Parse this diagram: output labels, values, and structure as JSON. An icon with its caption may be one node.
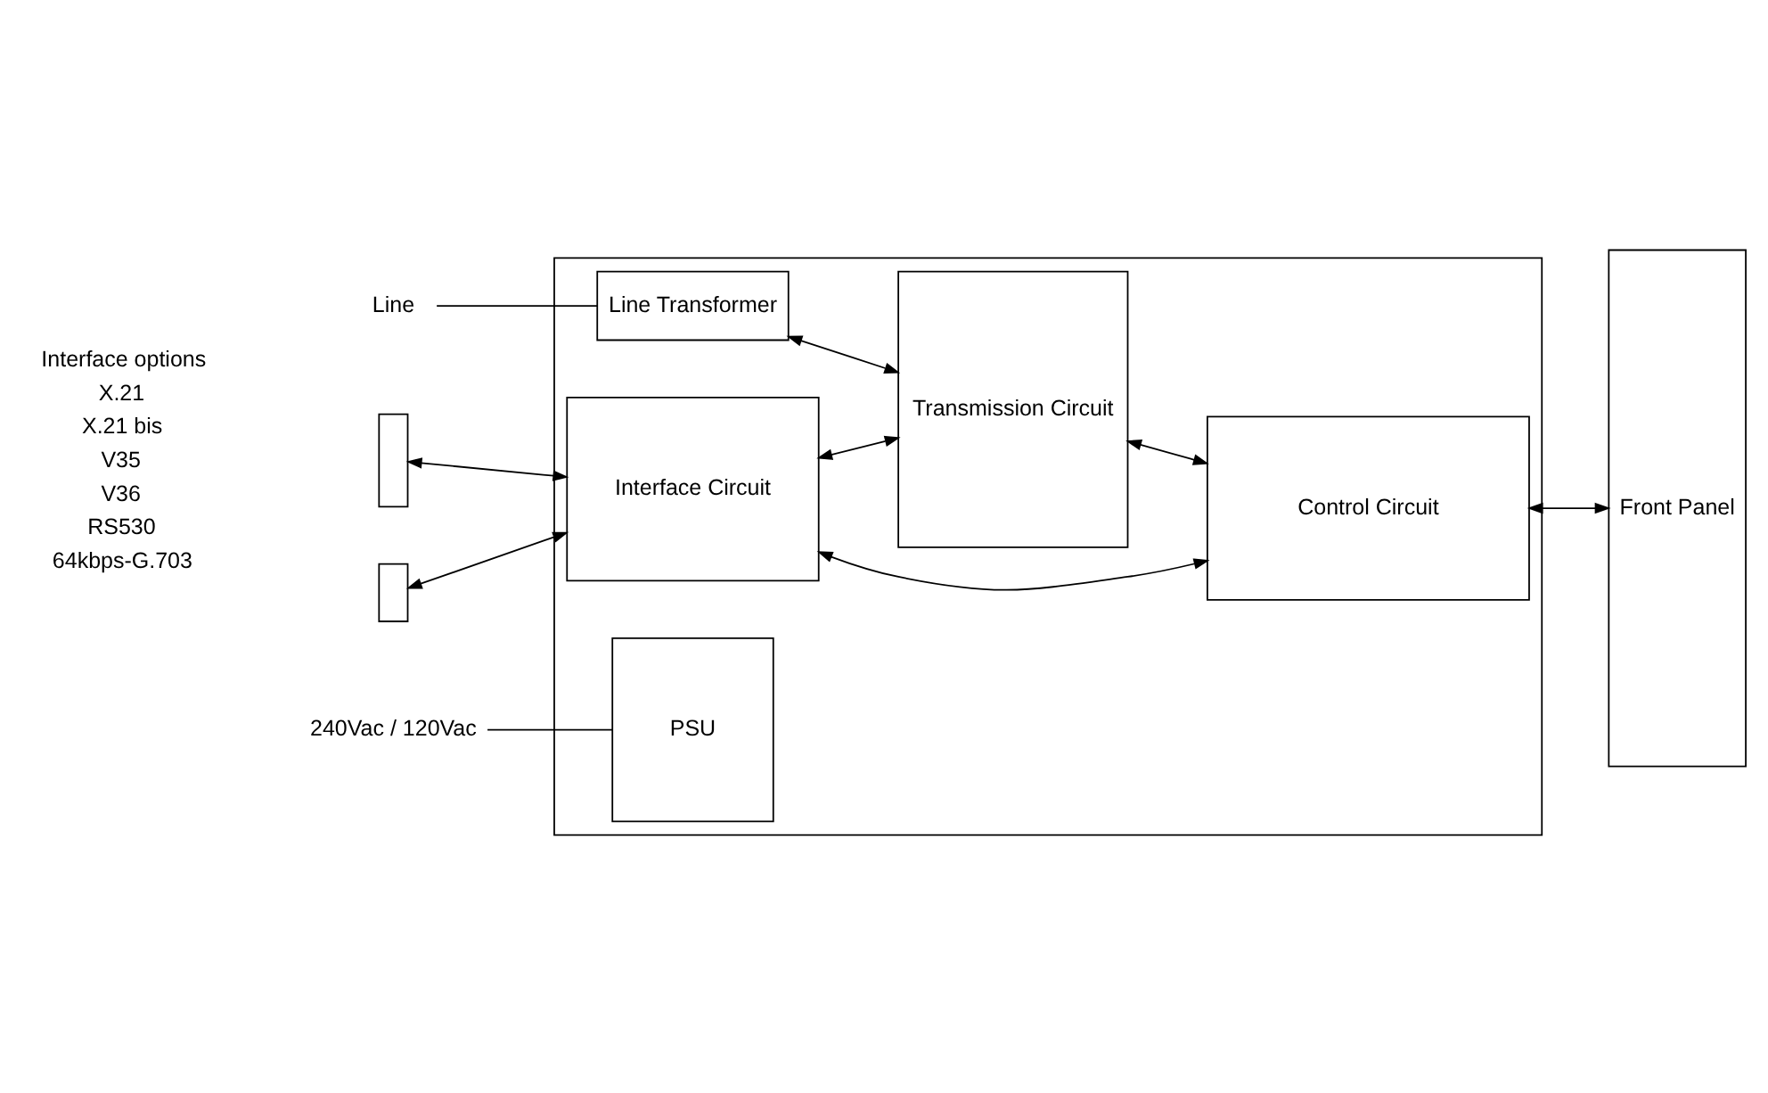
{
  "diagram": {
    "nodes": [
      {
        "text": [],
        "shape": "box"
      },
      {
        "text": [
          "Line Transformer"
        ],
        "in": 0
      },
      {
        "text": [
          "Transmission Circuit"
        ],
        "in": 0
      },
      {
        "text": [
          "Interface Circuit"
        ],
        "in": 0
      },
      {
        "text": [
          "PSU"
        ],
        "in": 0
      },
      {
        "text": [
          "Control Circuit"
        ],
        "in": 0
      },
      {
        "text": [
          "Front Panel"
        ]
      },
      {
        "text": [
          "Line"
        ]
      },
      {
        "text": [],
        "shape": "box"
      },
      {
        "text": [],
        "shape": "box"
      },
      {
        "text": [
          "240Vac / 120Vac"
        ]
      }
    ],
    "edges": [
      {
        "from": 7,
        "to": 1,
        "arrow": "none"
      },
      {
        "from": 1,
        "to": 2,
        "arrow": "both"
      },
      {
        "from": 8,
        "to": 3,
        "arrow": "both"
      },
      {
        "from": 9,
        "to": 3,
        "arrow": "both"
      },
      {
        "from": 3,
        "to": 2,
        "arrow": "both"
      },
      {
        "from": 2,
        "to": 5,
        "arrow": "both"
      },
      {
        "from": 3,
        "to": 5,
        "arrow": "both"
      },
      {
        "from": 5,
        "to": 6,
        "arrow": "both"
      },
      {
        "from": 10,
        "to": 4,
        "arrow": "none"
      }
    ],
    "labels": [
      "Interface options",
      "X.21",
      "X.21 bis",
      "V35",
      "V36",
      "RS530",
      "64kbps-G.703"
    ]
  }
}
